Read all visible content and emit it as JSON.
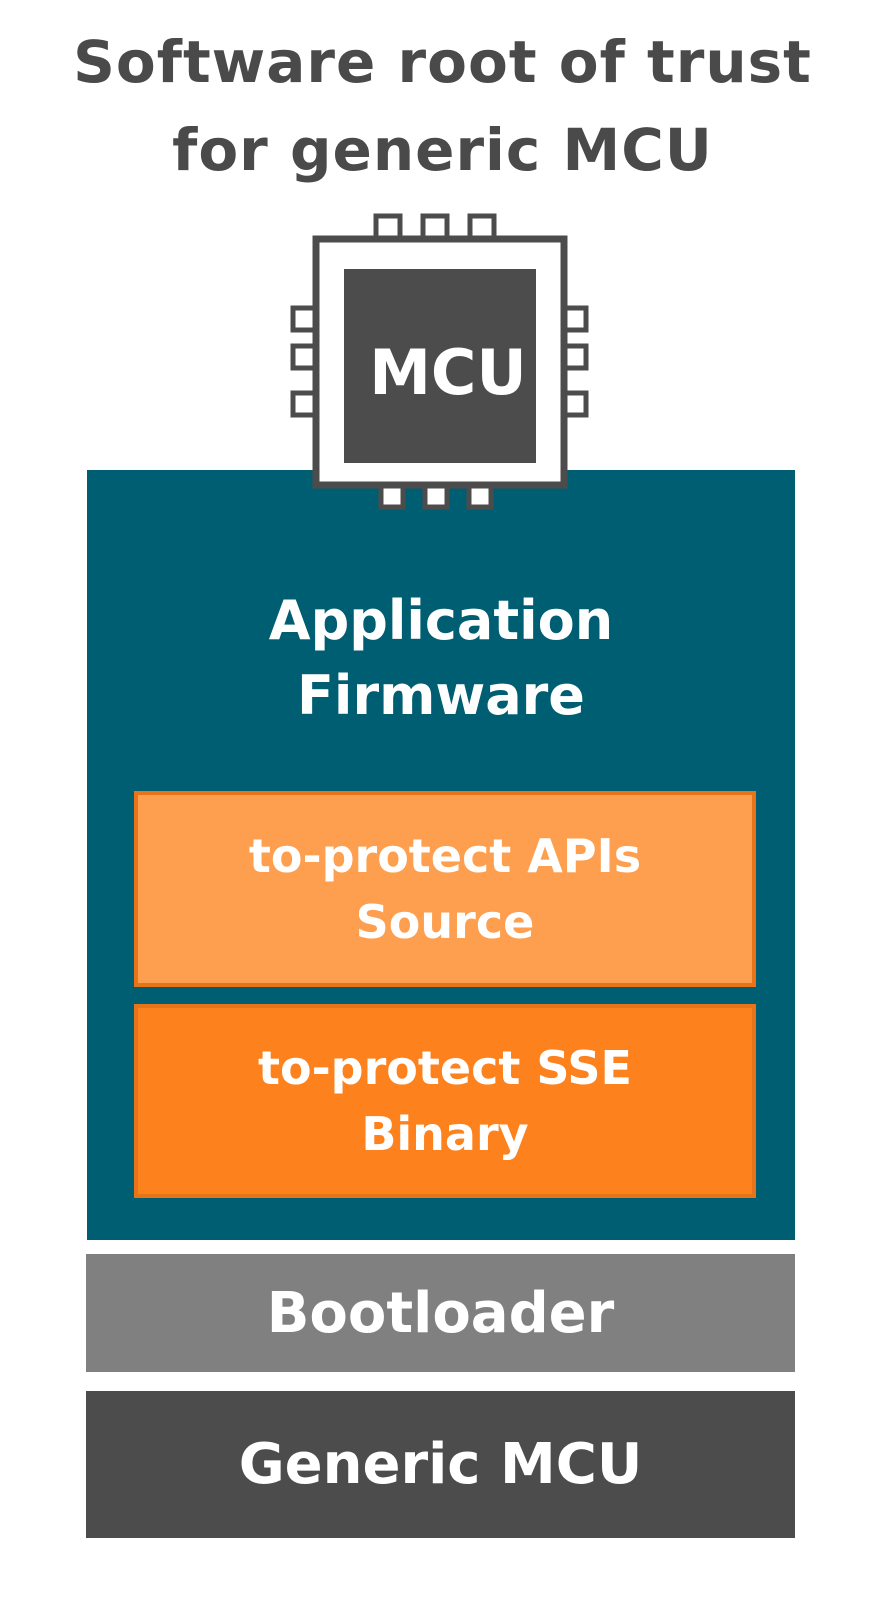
{
  "title": {
    "line1": "Software root of trust",
    "line2": "for generic MCU"
  },
  "chip": {
    "label": "MCU",
    "icon": "microchip-icon"
  },
  "application": {
    "line1": "Application",
    "line2": "Firmware",
    "color": "#005e72"
  },
  "source_box": {
    "line1": "to-protect APIs",
    "line2": "Source",
    "color": "#fd9f4e"
  },
  "binary_box": {
    "line1": "to-protect SSE",
    "line2": "Binary",
    "color": "#fd811c"
  },
  "bootloader": {
    "label": "Bootloader",
    "color": "#808080"
  },
  "generic_mcu": {
    "label": "Generic MCU",
    "color": "#4c4c4c"
  }
}
